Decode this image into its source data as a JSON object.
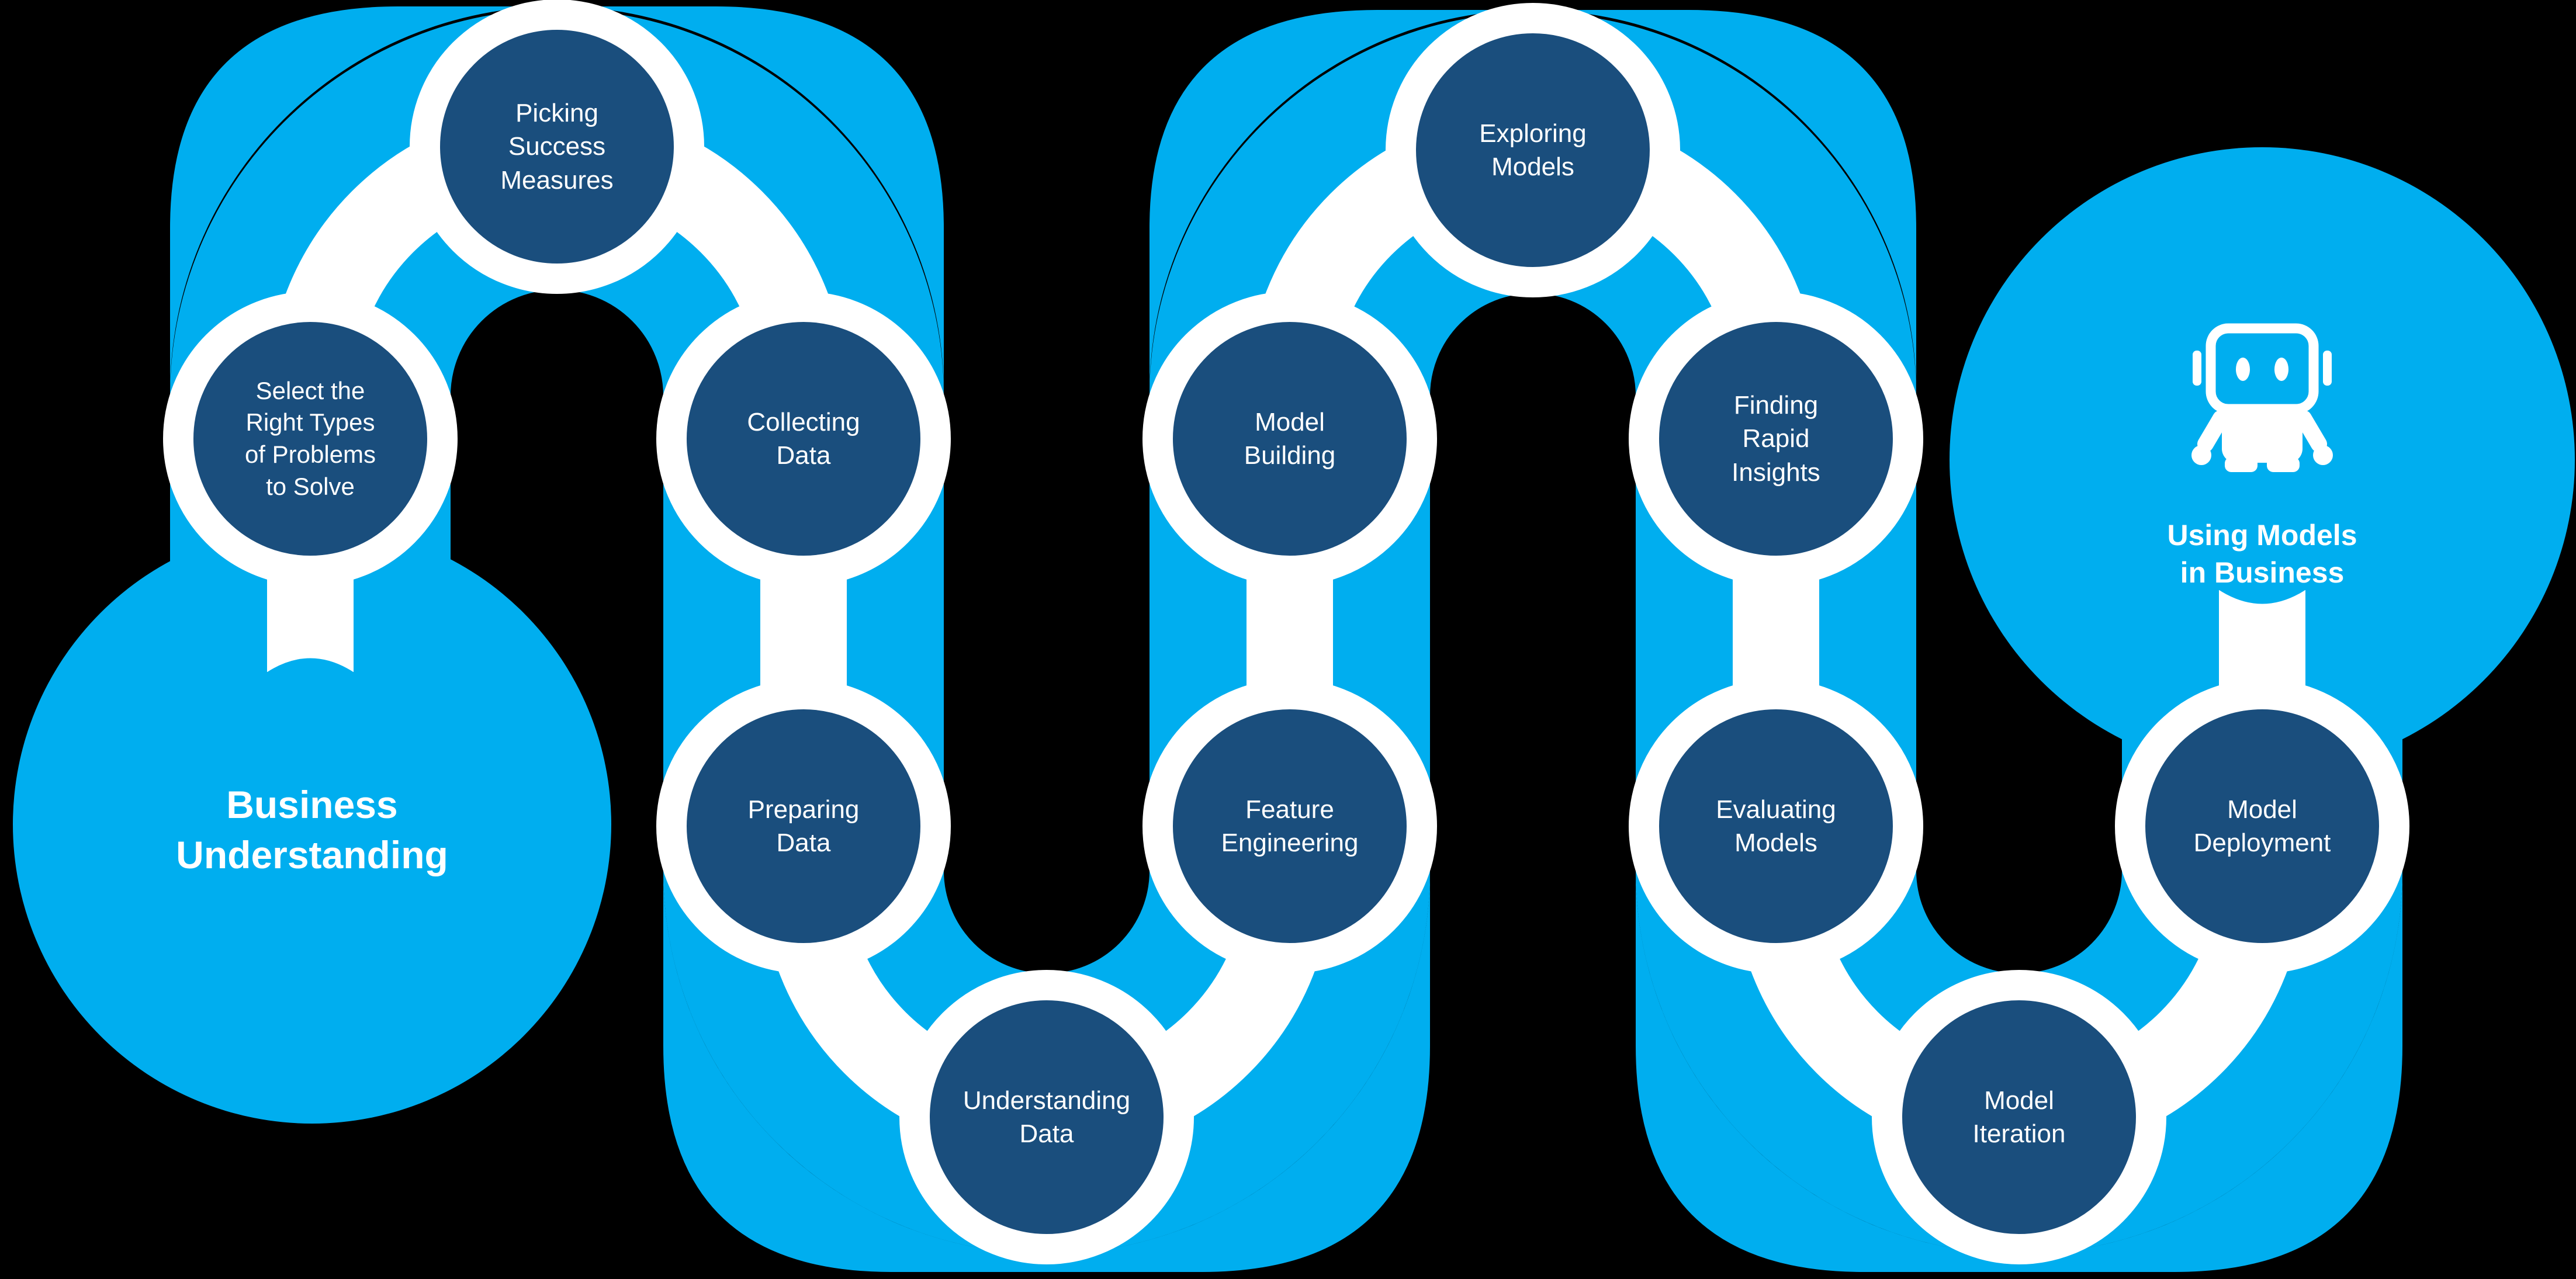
{
  "colors": {
    "background": "#000000",
    "path_blue": "#00AEEF",
    "circle_navy": "#1A4E7D",
    "label_white": "#FFFFFF"
  },
  "flow": {
    "start": {
      "label": "Business\nUnderstanding"
    },
    "steps": [
      {
        "label": "Select the\nRight Types\nof Problems\nto Solve"
      },
      {
        "label": "Picking\nSuccess\nMeasures"
      },
      {
        "label": "Collecting\nData"
      },
      {
        "label": "Preparing\nData"
      },
      {
        "label": "Understanding\nData"
      },
      {
        "label": "Feature\nEngineering"
      },
      {
        "label": "Model\nBuilding"
      },
      {
        "label": "Exploring\nModels"
      },
      {
        "label": "Finding\nRapid\nInsights"
      },
      {
        "label": "Evaluating\nModels"
      },
      {
        "label": "Model\nIteration"
      },
      {
        "label": "Model\nDeployment"
      }
    ],
    "end": {
      "label": "Using Models\nin Business",
      "icon": "robot-icon"
    }
  }
}
